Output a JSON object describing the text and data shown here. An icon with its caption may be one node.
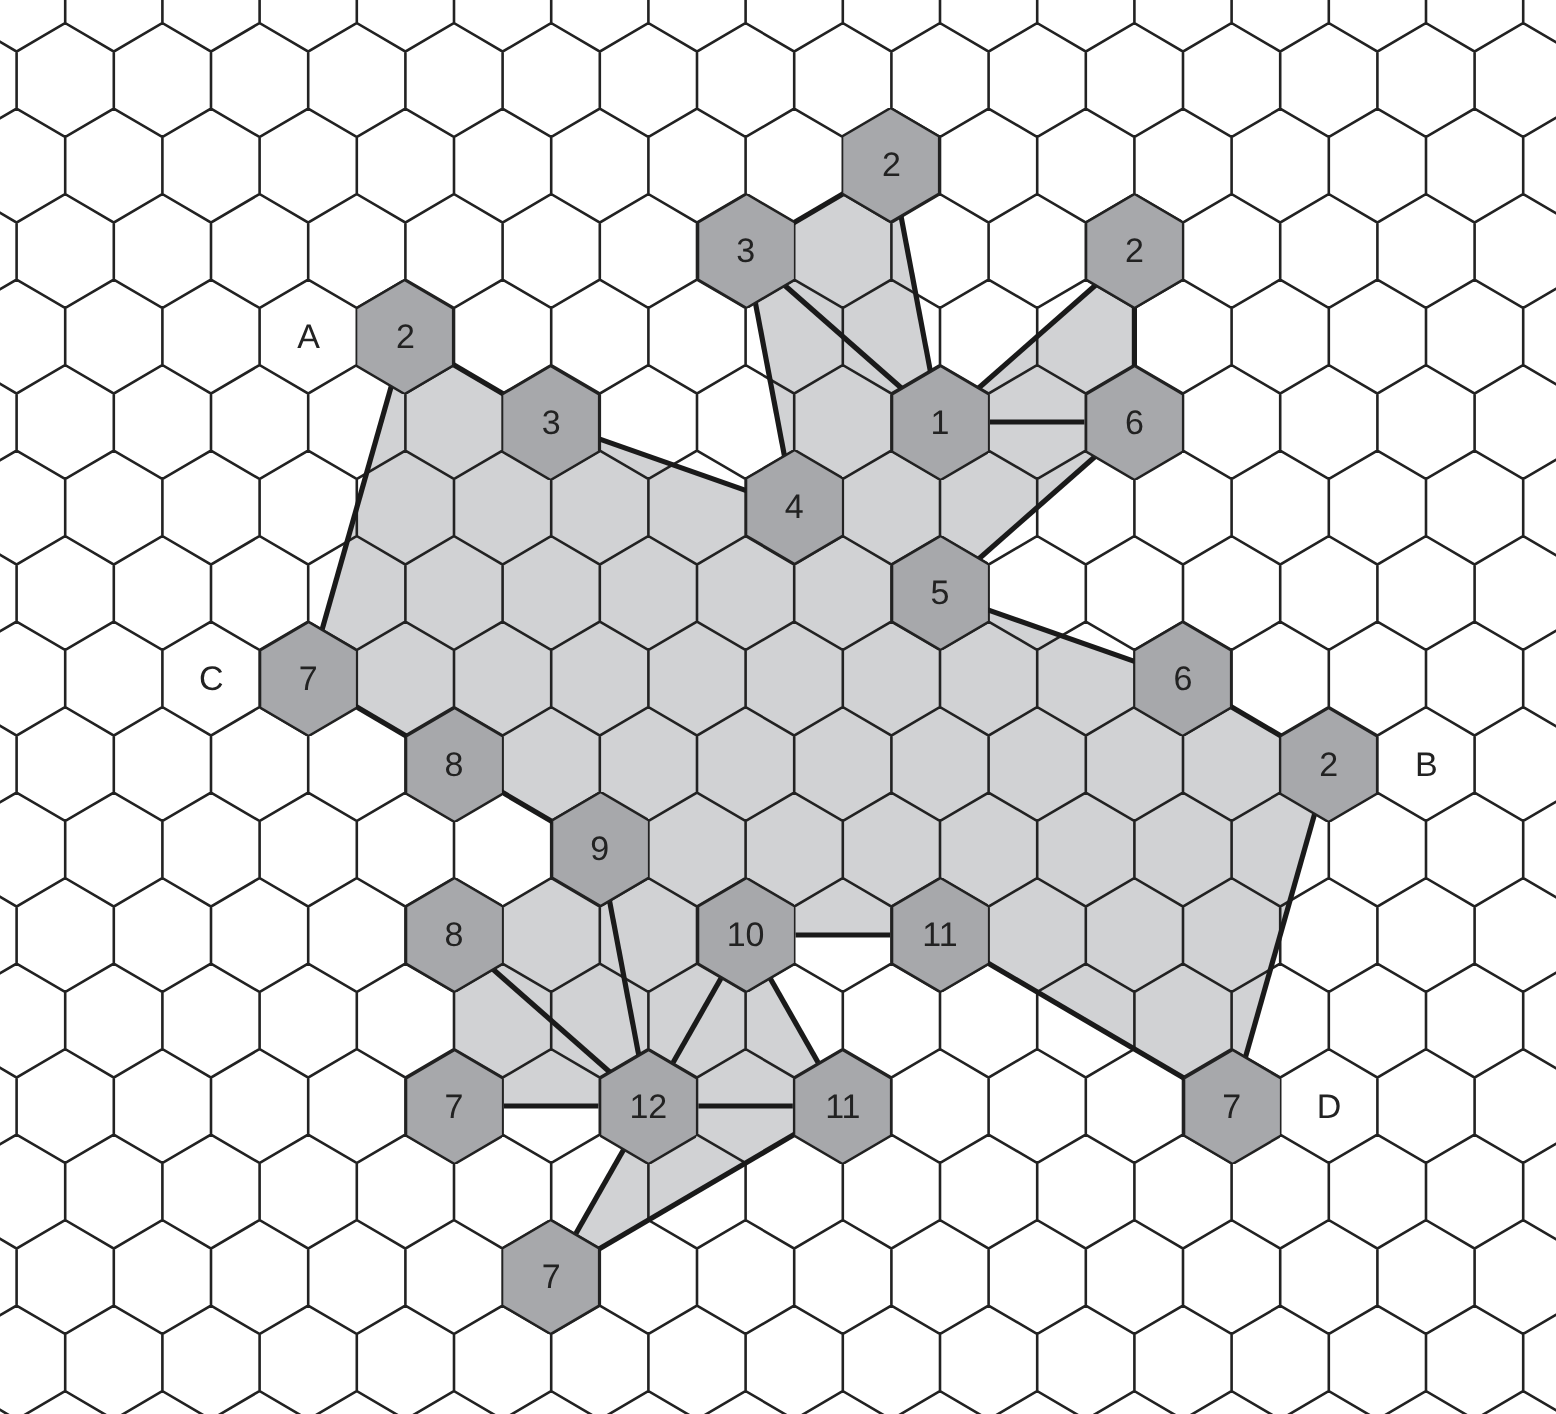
{
  "diagram": {
    "nodes": [
      {
        "text": [
          "2"
        ]
      },
      {
        "text": [
          "3"
        ]
      },
      {
        "text": [
          "2"
        ]
      },
      {
        "text": [
          "2"
        ]
      },
      {
        "text": [
          "3"
        ]
      },
      {
        "text": [
          "1"
        ]
      },
      {
        "text": [
          "6"
        ]
      },
      {
        "text": [
          "4"
        ]
      },
      {
        "text": [
          "5"
        ]
      },
      {
        "text": [
          "7"
        ]
      },
      {
        "text": [
          "6"
        ]
      },
      {
        "text": [
          "8"
        ]
      },
      {
        "text": [
          "2"
        ]
      },
      {
        "text": [
          "9"
        ]
      },
      {
        "text": [
          "8"
        ]
      },
      {
        "text": [
          "10"
        ]
      },
      {
        "text": [
          "11"
        ]
      },
      {
        "text": [
          "7"
        ]
      },
      {
        "text": [
          "12"
        ]
      },
      {
        "text": [
          "11"
        ]
      },
      {
        "text": [
          "7"
        ]
      },
      {
        "text": [
          "7"
        ]
      }
    ],
    "edges": [
      {
        "from": 1,
        "to": 0,
        "arrow": "none"
      },
      {
        "from": 0,
        "to": 5,
        "arrow": "none"
      },
      {
        "from": 1,
        "to": 5,
        "arrow": "none"
      },
      {
        "from": 1,
        "to": 7,
        "arrow": "none"
      },
      {
        "from": 2,
        "to": 5,
        "arrow": "none"
      },
      {
        "from": 2,
        "to": 6,
        "arrow": "none"
      },
      {
        "from": 5,
        "to": 6,
        "arrow": "none"
      },
      {
        "from": 6,
        "to": 8,
        "arrow": "none"
      },
      {
        "from": 8,
        "to": 10,
        "arrow": "none"
      },
      {
        "from": 10,
        "to": 12,
        "arrow": "none"
      },
      {
        "from": 12,
        "to": 20,
        "arrow": "none"
      },
      {
        "from": 20,
        "to": 16,
        "arrow": "none"
      },
      {
        "from": 16,
        "to": 15,
        "arrow": "none"
      },
      {
        "from": 15,
        "to": 18,
        "arrow": "none"
      },
      {
        "from": 15,
        "to": 19,
        "arrow": "none"
      },
      {
        "from": 13,
        "to": 18,
        "arrow": "none"
      },
      {
        "from": 14,
        "to": 18,
        "arrow": "none"
      },
      {
        "from": 17,
        "to": 18,
        "arrow": "none"
      },
      {
        "from": 18,
        "to": 19,
        "arrow": "none"
      },
      {
        "from": 18,
        "to": 21,
        "arrow": "none"
      },
      {
        "from": 19,
        "to": 21,
        "arrow": "none"
      },
      {
        "from": 3,
        "to": 4,
        "arrow": "none"
      },
      {
        "from": 4,
        "to": 7,
        "arrow": "none"
      },
      {
        "from": 3,
        "to": 9,
        "arrow": "none"
      },
      {
        "from": 9,
        "to": 11,
        "arrow": "none"
      },
      {
        "from": 11,
        "to": 13,
        "arrow": "none"
      }
    ],
    "labels": [
      "A",
      "C",
      "B",
      "D"
    ]
  }
}
